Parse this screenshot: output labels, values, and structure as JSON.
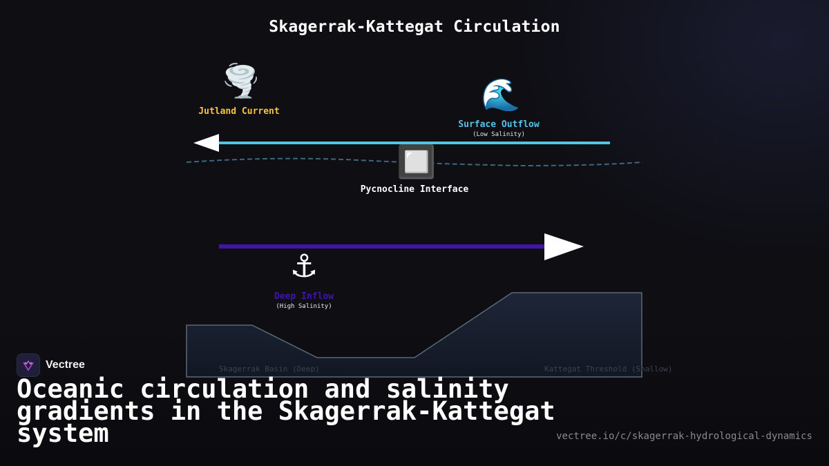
{
  "diagram": {
    "title": "Skagerrak-Kattegat Circulation",
    "jutland": {
      "label": "Jutland Current",
      "icon": "🌪️",
      "color": "#f5c542"
    },
    "surface": {
      "label": "Surface Outflow",
      "sub": "(Low Salinity)",
      "icon": "🌊",
      "color": "#56c2ea"
    },
    "pycnocline": {
      "label": "Pycnocline Interface",
      "icon": "🔲"
    },
    "deep": {
      "label": "Deep Inflow",
      "sub": "(High Salinity)",
      "icon": "⚓",
      "color": "#3f16a8"
    },
    "basin_left": "Skagerrak Basin (Deep)",
    "basin_right": "Kattegat Threshold (Shallow)"
  },
  "brand": {
    "name": "Vectree"
  },
  "headline": "Oceanic circulation and salinity gradients in the Skagerrak-Kattegat system",
  "url": "vectree.io/c/skagerrak-hydrological-dynamics"
}
